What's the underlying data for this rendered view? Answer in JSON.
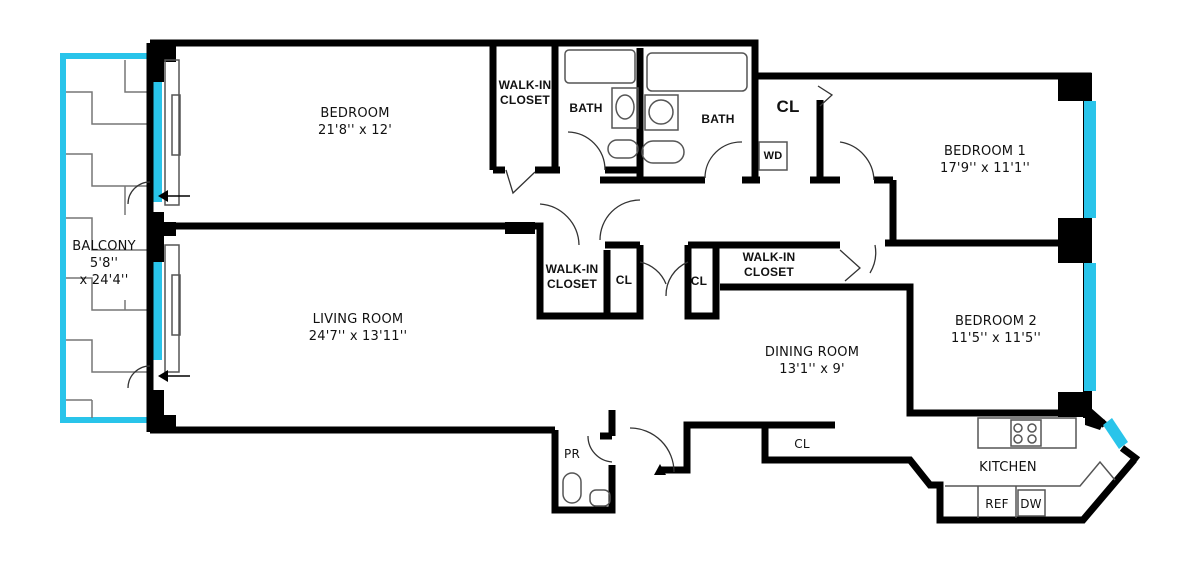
{
  "plan": {
    "wall_color": "#000000",
    "window_color": "#29c4ea",
    "background": "#ffffff"
  },
  "rooms": {
    "balcony": {
      "name": "BALCONY",
      "dim1": "5'8''",
      "dim2": "x 24'4''"
    },
    "bedroom": {
      "name": "BEDROOM",
      "dim": "21'8'' x 12'"
    },
    "living_room": {
      "name": "LIVING ROOM",
      "dim": "24'7'' x 13'11''"
    },
    "walkin_closet_a": {
      "line1": "WALK-IN",
      "line2": "CLOSET"
    },
    "bath_a": {
      "name": "BATH"
    },
    "bath_b": {
      "name": "BATH"
    },
    "cl_top": {
      "name": "CL"
    },
    "wd": {
      "name": "WD"
    },
    "bedroom_1": {
      "name": "BEDROOM 1",
      "dim": "17'9'' x 11'1''"
    },
    "walkin_closet_b": {
      "line1": "WALK-IN",
      "line2": "CLOSET"
    },
    "cl_mid_a": {
      "name": "CL"
    },
    "cl_mid_b": {
      "name": "CL"
    },
    "walkin_closet_c": {
      "line1": "WALK-IN",
      "line2": "CLOSET"
    },
    "bedroom_2": {
      "name": "BEDROOM 2",
      "dim": "11'5'' x 11'5''"
    },
    "dining_room": {
      "name": "DINING ROOM",
      "dim": "13'1'' x 9'"
    },
    "pr": {
      "name": "PR"
    },
    "cl_bottom": {
      "name": "CL"
    },
    "kitchen": {
      "name": "KITCHEN"
    },
    "ref": {
      "name": "REF"
    },
    "dw": {
      "name": "DW"
    }
  }
}
